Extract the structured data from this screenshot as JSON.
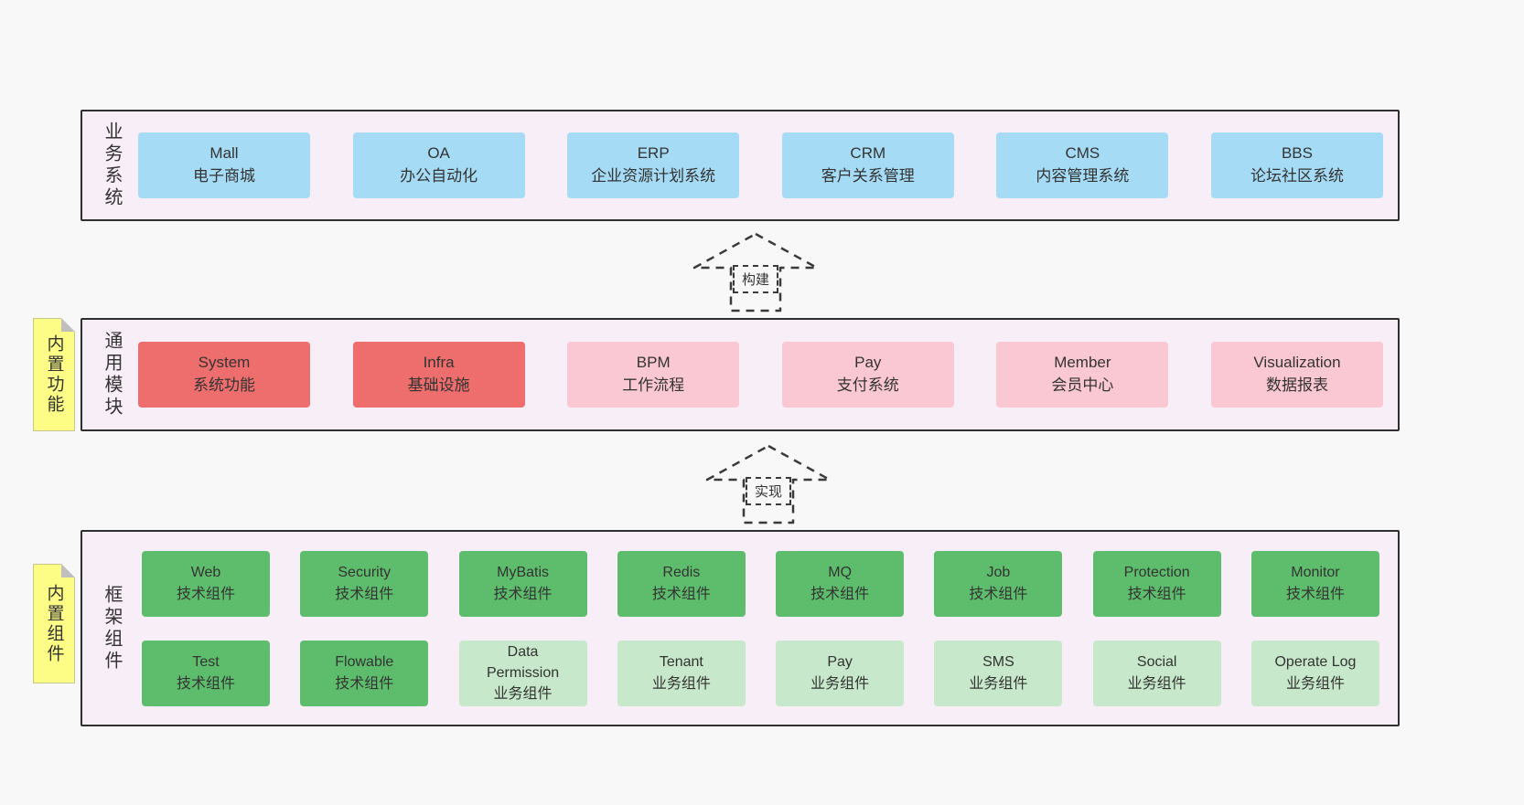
{
  "sections": {
    "business": {
      "label": "业务系统",
      "items": [
        {
          "title": "Mall",
          "subtitle": "电子商城"
        },
        {
          "title": "OA",
          "subtitle": "办公自动化"
        },
        {
          "title": "ERP",
          "subtitle": "企业资源计划系统"
        },
        {
          "title": "CRM",
          "subtitle": "客户关系管理"
        },
        {
          "title": "CMS",
          "subtitle": "内容管理系统"
        },
        {
          "title": "BBS",
          "subtitle": "论坛社区系统"
        }
      ]
    },
    "modules": {
      "label": "通用模块",
      "sticky": "内置功能",
      "items": [
        {
          "title": "System",
          "subtitle": "系统功能",
          "variant": "red"
        },
        {
          "title": "Infra",
          "subtitle": "基础设施",
          "variant": "red"
        },
        {
          "title": "BPM",
          "subtitle": "工作流程",
          "variant": "pink"
        },
        {
          "title": "Pay",
          "subtitle": "支付系统",
          "variant": "pink"
        },
        {
          "title": "Member",
          "subtitle": "会员中心",
          "variant": "pink"
        },
        {
          "title": "Visualization",
          "subtitle": "数据报表",
          "variant": "pink"
        }
      ]
    },
    "components": {
      "label": "框架组件",
      "sticky": "内置组件",
      "rows": [
        [
          {
            "title": "Web",
            "subtitle": "技术组件",
            "variant": "green"
          },
          {
            "title": "Security",
            "subtitle": "技术组件",
            "variant": "green"
          },
          {
            "title": "MyBatis",
            "subtitle": "技术组件",
            "variant": "green"
          },
          {
            "title": "Redis",
            "subtitle": "技术组件",
            "variant": "green"
          },
          {
            "title": "MQ",
            "subtitle": "技术组件",
            "variant": "green"
          },
          {
            "title": "Job",
            "subtitle": "技术组件",
            "variant": "green"
          },
          {
            "title": "Protection",
            "subtitle": "技术组件",
            "variant": "green"
          },
          {
            "title": "Monitor",
            "subtitle": "技术组件",
            "variant": "green"
          }
        ],
        [
          {
            "title": "Test",
            "subtitle": "技术组件",
            "variant": "green"
          },
          {
            "title": "Flowable",
            "subtitle": "技术组件",
            "variant": "green"
          },
          {
            "title": "Data Permission",
            "subtitle": "业务组件",
            "variant": "lightgreen"
          },
          {
            "title": "Tenant",
            "subtitle": "业务组件",
            "variant": "lightgreen"
          },
          {
            "title": "Pay",
            "subtitle": "业务组件",
            "variant": "lightgreen"
          },
          {
            "title": "SMS",
            "subtitle": "业务组件",
            "variant": "lightgreen"
          },
          {
            "title": "Social",
            "subtitle": "业务组件",
            "variant": "lightgreen"
          },
          {
            "title": "Operate Log",
            "subtitle": "业务组件",
            "variant": "lightgreen"
          }
        ]
      ]
    }
  },
  "arrows": [
    {
      "label": "构建"
    },
    {
      "label": "实现"
    }
  ],
  "colors": {
    "page_background": "#f8f8f8",
    "panel_background": "#f8eef7",
    "panel_border": "#2f2f2f",
    "blue_box": "#a6dbf5",
    "red_box": "#ee6e6e",
    "pink_box": "#f9c8d2",
    "green_box": "#5ebd6d",
    "light_green_box": "#c7e8ca",
    "sticky_note": "#fdfd85",
    "text": "#333333"
  }
}
